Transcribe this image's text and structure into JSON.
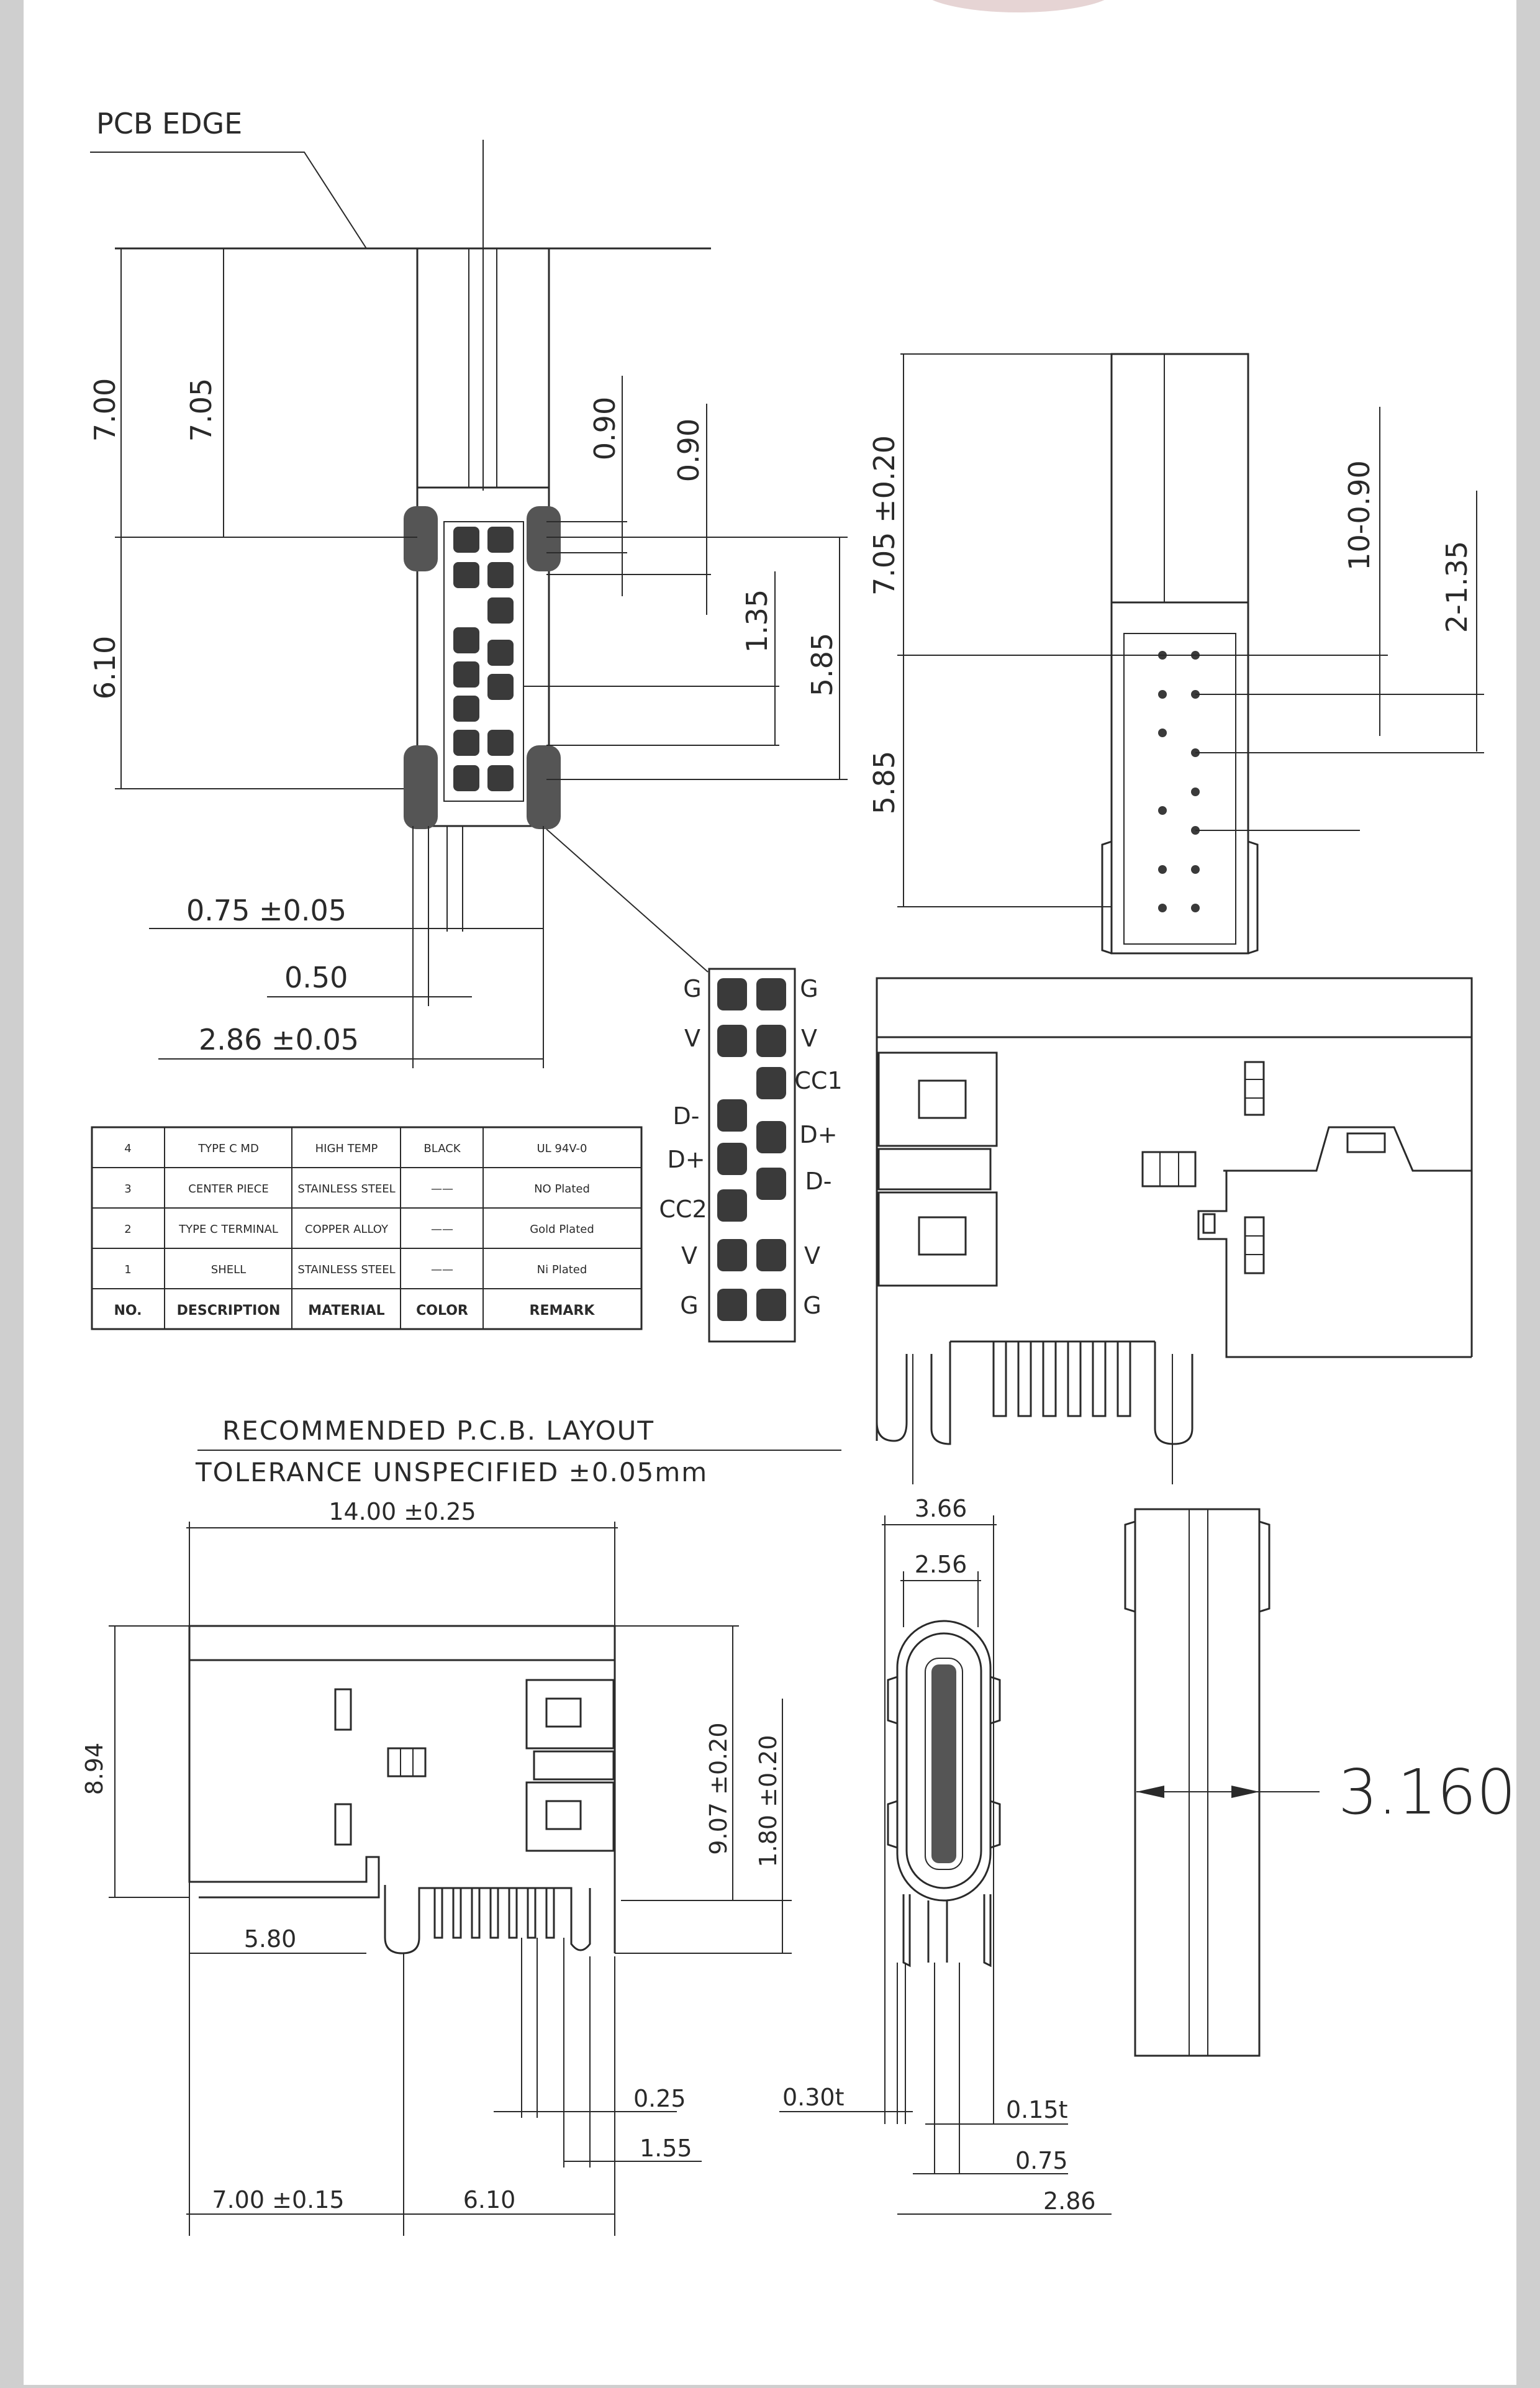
{
  "top_view": {
    "pcb_edge": "PCB EDGE",
    "dims": {
      "d700": "7.00",
      "d705": "7.05",
      "d090a": "0.90",
      "d090b": "0.90",
      "d610": "6.10",
      "d135": "1.35",
      "d585": "5.85",
      "d075": "0.75 ±0.05",
      "d050": "0.50",
      "d286": "2.86 ±0.05"
    }
  },
  "side_view": {
    "dims": {
      "d705": "7.05 ±0.20",
      "d585": "5.85",
      "d1090": "10-0.90",
      "d2135": "2-1.35"
    }
  },
  "pinout": {
    "left": [
      "G",
      "V",
      "",
      "D-",
      "D+",
      "CC2",
      "V",
      "G"
    ],
    "right": [
      "G",
      "V",
      "CC1",
      "D+",
      "D-",
      "",
      "V",
      "G"
    ]
  },
  "bom": {
    "headers": [
      "NO.",
      "DESCRIPTION",
      "MATERIAL",
      "COLOR",
      "REMARK"
    ],
    "rows": [
      [
        "4",
        "TYPE C MD",
        "HIGH TEMP",
        "BLACK",
        "UL 94V-0"
      ],
      [
        "3",
        "CENTER PIECE",
        "STAINLESS STEEL",
        "——",
        "NO Plated"
      ],
      [
        "2",
        "TYPE C TERMINAL",
        "COPPER ALLOY",
        "——",
        "Gold Plated"
      ],
      [
        "1",
        "SHELL",
        "STAINLESS STEEL",
        "——",
        "Ni Plated"
      ]
    ]
  },
  "notes": {
    "layout_title": "RECOMMENDED  P.C.B. LAYOUT",
    "tolerance": "TOLERANCE UNSPECIFIED ±0.05mm"
  },
  "bottom_view": {
    "dims": {
      "d1400": "14.00 ±0.25",
      "d894": "8.94",
      "d907": "9.07 ±0.20",
      "d180": "1.80 ±0.20",
      "d580": "5.80",
      "d025": "0.25",
      "d155": "1.55",
      "d700": "7.00 ±0.15",
      "d610": "6.10"
    }
  },
  "end_view": {
    "dims": {
      "d366": "3.66",
      "d256": "2.56",
      "d030": "0.30t",
      "d015": "0.15t",
      "d075": "0.75",
      "d286": "2.86"
    }
  },
  "thickness_view": {
    "d3160": "3.160"
  }
}
